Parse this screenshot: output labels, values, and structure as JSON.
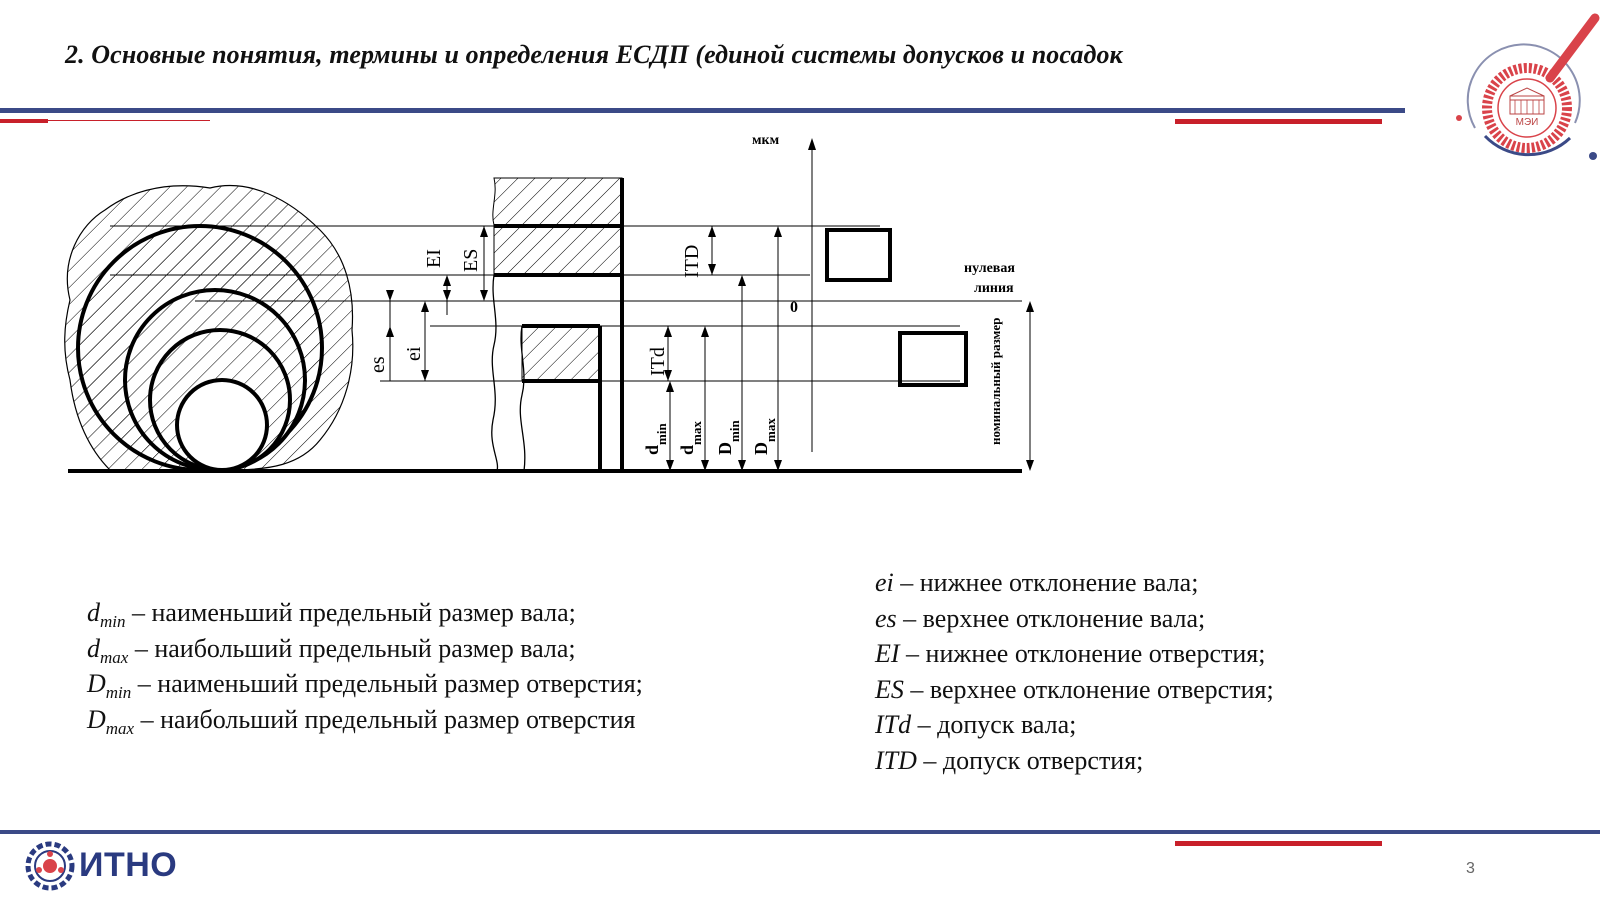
{
  "slide": {
    "title": "2. Основные понятия, термины и определения ЕСДП (единой системы допусков и посадок",
    "page_number": "3",
    "footer_logo_text": "ИТНО",
    "seal_text": "МЭИ"
  },
  "diagram": {
    "axis_unit": "мкм",
    "zero_label": "0",
    "null_line_label_1": "нулевая",
    "null_line_label_2": "линия",
    "nominal_label": "номинальный размер",
    "labels": {
      "EI": "EI",
      "ES": "ES",
      "es": "es",
      "ei": "ei",
      "ITD": "ITD",
      "ITd": "ITd",
      "d_min_base": "d",
      "d_min_sub": "min",
      "d_max_base": "d",
      "d_max_sub": "max",
      "D_min_base": "D",
      "D_min_sub": "min",
      "D_max_base": "D",
      "D_max_sub": "max"
    }
  },
  "legend_left": [
    {
      "sym": "d",
      "sub": "min",
      "text": " – наименьший предельный размер вала;"
    },
    {
      "sym": "d",
      "sub": "max",
      "text": " – наибольший предельный размер вала;"
    },
    {
      "sym": "D",
      "sub": "min",
      "text": " – наименьший предельный размер отверстия;"
    },
    {
      "sym": "D",
      "sub": "max",
      "text": " – наибольший предельный размер отверстия"
    }
  ],
  "legend_right": [
    {
      "sym": "ei",
      "text": " – нижнее отклонение вала;"
    },
    {
      "sym": "es",
      "text": " – верхнее отклонение вала;"
    },
    {
      "sym": "EI",
      "text": " – нижнее отклонение отверстия;"
    },
    {
      "sym": "ES",
      "text": " – верхнее отклонение отверстия;"
    },
    {
      "sym": "ITd",
      "text": " – допуск вала;"
    },
    {
      "sym": "ITD",
      "text": " – допуск отверстия;"
    }
  ],
  "colors": {
    "blue_line": "#3b4a87",
    "red_line": "#c8202a",
    "seal_red": "#d9434a"
  }
}
